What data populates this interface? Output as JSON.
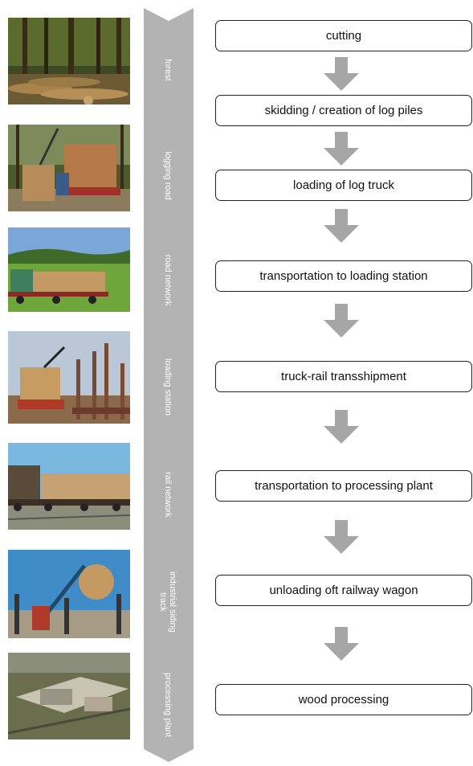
{
  "chevrons": [
    "forest",
    "logging road",
    "road network",
    "loading station",
    "rail network",
    "industrial siding track",
    "processing plant"
  ],
  "steps": [
    "cutting",
    "skidding / creation of log piles",
    "loading of log truck",
    "transportation to loading station",
    "truck-rail transshipment",
    "transportation to processing plant",
    "unloading oft railway wagon",
    "wood processing"
  ],
  "colors": {
    "chevron": "#b3b3b3",
    "arrow": "#a6a6a6",
    "box_border": "#222222"
  }
}
